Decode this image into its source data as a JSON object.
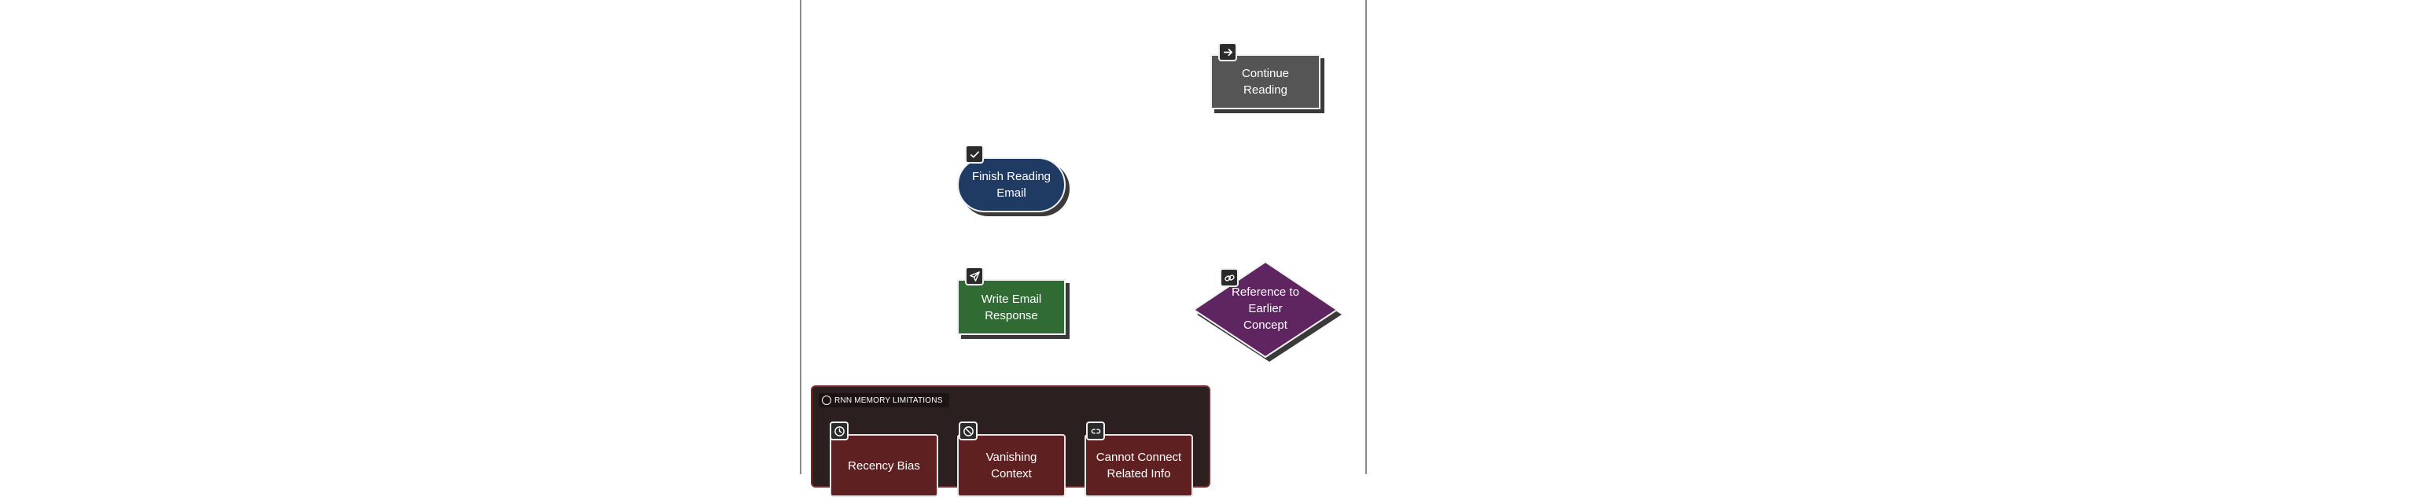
{
  "diagram": {
    "nodes": {
      "continue_reading": {
        "label_line1": "Continue",
        "label_line2": "Reading",
        "icon": "arrow-right-icon",
        "color": "#555555"
      },
      "finish_reading": {
        "label_line1": "Finish Reading",
        "label_line2": "Email",
        "icon": "check-icon",
        "color": "#1f3a63"
      },
      "write_response": {
        "label_line1": "Write Email",
        "label_line2": "Response",
        "icon": "send-icon",
        "color": "#2f6b33"
      },
      "reference_earlier": {
        "label_line1": "Reference to",
        "label_line2": "Earlier",
        "label_line3": "Concept",
        "icon": "link-icon",
        "color": "#5e2560"
      }
    },
    "group": {
      "title": "RNN MEMORY LIMITATIONS",
      "color": "#2b1f1f",
      "items": [
        {
          "label_line1": "Recency Bias",
          "label_line2": "",
          "icon": "clock-icon"
        },
        {
          "label_line1": "Vanishing",
          "label_line2": "Context",
          "icon": "blocked-icon"
        },
        {
          "label_line1": "Cannot Connect",
          "label_line2": "Related Info",
          "icon": "broken-link-icon"
        }
      ]
    }
  }
}
